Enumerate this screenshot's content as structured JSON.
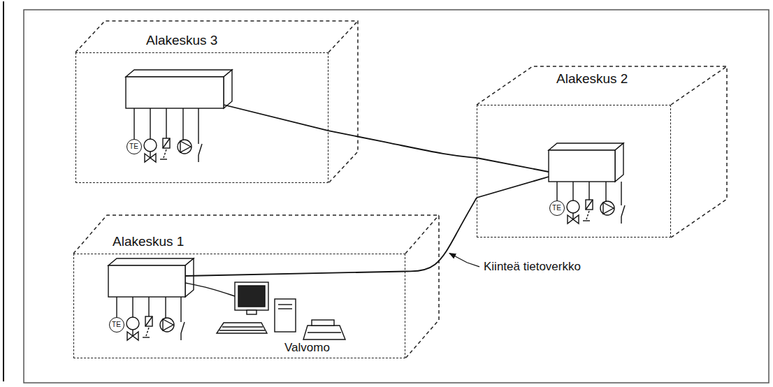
{
  "diagram": {
    "nodes": [
      {
        "text": [
          "Alakeskus 3"
        ]
      },
      {
        "text": [
          "TE"
        ],
        "in": 0
      },
      {
        "text": [
          "Alakeskus 2"
        ]
      },
      {
        "text": [
          "TE"
        ],
        "in": 2
      },
      {
        "text": [
          "Alakeskus 1"
        ]
      },
      {
        "text": [
          "TE"
        ],
        "in": 4
      }
    ],
    "edges": [
      {
        "from": 0,
        "to": 2,
        "arrow": "none"
      },
      {
        "from": 4,
        "to": 2,
        "arrow": "none"
      }
    ],
    "labels": [
      "Kiinteä tietoverkko",
      "Valvomo"
    ]
  }
}
